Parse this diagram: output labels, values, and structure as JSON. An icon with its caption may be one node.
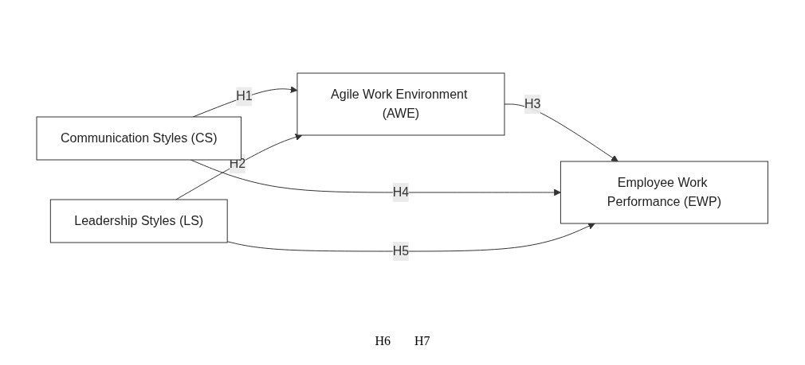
{
  "diagram": {
    "nodes": [
      {
        "text": [
          "Communication Styles (CS)"
        ]
      },
      {
        "text": [
          "Leadership Styles (LS)"
        ]
      },
      {
        "text": [
          "Agile Work Environment (AWE)"
        ]
      },
      {
        "text": [
          "Employee Work Performance (EWP)"
        ]
      }
    ],
    "edges": [
      {
        "from": 0,
        "to": 2,
        "arrow": "to",
        "label": "H1"
      },
      {
        "from": 1,
        "to": 2,
        "arrow": "to",
        "label": "H2"
      },
      {
        "from": 2,
        "to": 3,
        "arrow": "to",
        "label": "H3"
      },
      {
        "from": 0,
        "to": 3,
        "arrow": "to",
        "label": "H4"
      },
      {
        "from": 1,
        "to": 3,
        "arrow": "to",
        "label": "H5"
      }
    ],
    "labels": [
      "H6",
      "H7"
    ]
  }
}
